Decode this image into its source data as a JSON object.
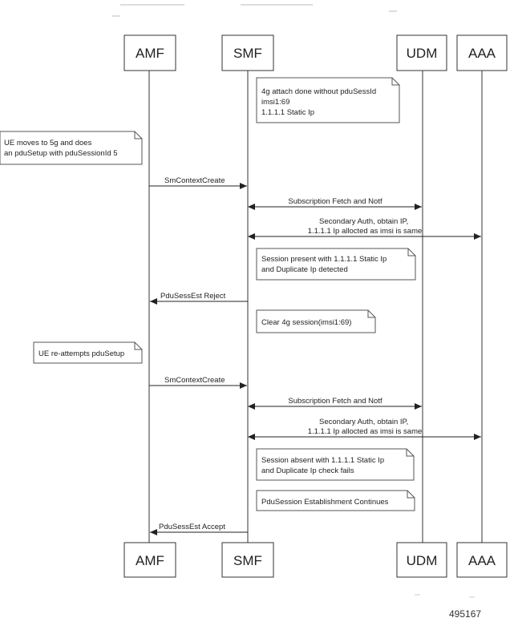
{
  "participants": {
    "amf": "AMF",
    "smf": "SMF",
    "udm": "UDM",
    "aaa": "AAA"
  },
  "notes": {
    "note1": [
      "4g attach done without pduSessId",
      " imsi1:69",
      "1.1.1.1 Static Ip"
    ],
    "note2": [
      "UE moves to 5g and does",
      "an pduSetup with pduSessionId 5"
    ],
    "note3": [
      "Session present with 1.1.1.1 Static Ip",
      " and Duplicate Ip detected"
    ],
    "note4": [
      "Clear 4g session(imsi1:69)"
    ],
    "note5": [
      "UE re-attempts pduSetup"
    ],
    "note6": [
      "Session absent with 1.1.1.1 Static Ip",
      " and Duplicate Ip check fails"
    ],
    "note7": [
      "PduSession Establishment Continues"
    ]
  },
  "messages": {
    "m1": [
      "SmContextCreate"
    ],
    "m2": [
      "Subscription Fetch and Notf"
    ],
    "m3": [
      "Secondary Auth, obtain IP,",
      "1.1.1.1 Ip allocted as imsi is same"
    ],
    "m4": [
      "PduSessEst Reject"
    ],
    "m5": [
      "SmContextCreate"
    ],
    "m6": [
      "Subscription Fetch and Notf"
    ],
    "m7": [
      "Secondary Auth, obtain IP,",
      "1.1.1.1 Ip allocted as imsi is same"
    ],
    "m8": [
      "PduSessEst Accept"
    ]
  },
  "figure_id": "495167"
}
